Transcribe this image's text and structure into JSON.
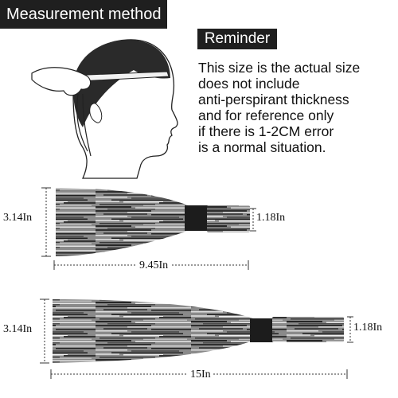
{
  "header": {
    "title": "Measurement method"
  },
  "reminder": {
    "label": "Reminder",
    "lines": [
      "This size is the actual size",
      "does not include",
      "anti-perspirant thickness",
      "and for reference only",
      "if there is 1-2CM error",
      "is a normal situation."
    ]
  },
  "headband_small": {
    "height": "3.14In",
    "band_width": "1.18In",
    "length": "9.45In"
  },
  "headband_large": {
    "height": "3.14In",
    "band_width": "1.18In",
    "length": "15In"
  },
  "colors": {
    "label_bg": "#1f1f1f",
    "label_text": "#ffffff",
    "fabric_dark": "#3a3a3a",
    "fabric_light": "#bcbcbc",
    "elastic": "#1c1c1c"
  }
}
